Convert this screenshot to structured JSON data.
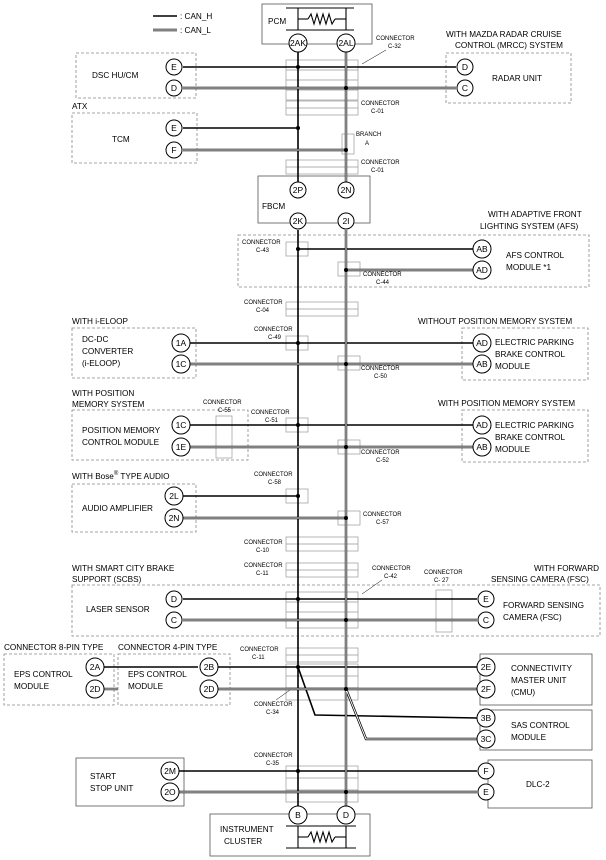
{
  "legend": {
    "can_h": ": CAN_H",
    "can_l": ": CAN_L"
  },
  "pcm": {
    "name": "PCM",
    "pin_h": "2AK",
    "pin_l": "2AL"
  },
  "connector_c32": [
    "CONNECTOR",
    "C-32"
  ],
  "mrcc": {
    "title": [
      "WITH MAZDA RADAR CRUISE",
      "CONTROL (MRCC) SYSTEM"
    ],
    "name": "RADAR UNIT",
    "pin_h": "D",
    "pin_l": "C"
  },
  "dsc": {
    "name": "DSC HU/CM",
    "pin_h": "E",
    "pin_l": "D"
  },
  "connector_c01a": [
    "CONNECTOR",
    "C-01"
  ],
  "atx": "ATX",
  "tcm": {
    "name": "TCM",
    "pin_h": "E",
    "pin_l": "F"
  },
  "branch_a": [
    "BRANCH",
    "A"
  ],
  "connector_c01b": [
    "CONNECTOR",
    "C-01"
  ],
  "fbcm": {
    "name": "FBCM",
    "pin_top_h": "2P",
    "pin_top_l": "2N",
    "pin_bot_h": "2K",
    "pin_bot_l": "2I"
  },
  "afs": {
    "title": [
      "WITH ADAPTIVE FRONT",
      "LIGHTING SYSTEM (AFS)"
    ],
    "name": [
      "AFS CONTROL",
      "MODULE *1"
    ],
    "pin_h": "AB",
    "pin_l": "AD"
  },
  "connector_c43": [
    "CONNECTOR",
    "C-43"
  ],
  "connector_c44": [
    "CONNECTOR",
    "C-44"
  ],
  "connector_c04": [
    "CONNECTOR",
    "C-04"
  ],
  "ieloop": {
    "title": "WITH i-ELOOP",
    "name": [
      "DC-DC",
      "CONVERTER",
      "(i-ELOOP)"
    ],
    "pin_h": "1A",
    "pin_l": "1C"
  },
  "connector_c49": [
    "CONNECTOR",
    "C-49"
  ],
  "epb1": {
    "title": "WITHOUT POSITION MEMORY SYSTEM",
    "name": [
      "ELECTRIC PARKING",
      "BRAKE CONTROL",
      "MODULE"
    ],
    "pin_h": "AD",
    "pin_l": "AB"
  },
  "connector_c50": [
    "CONNECTOR",
    "C-50"
  ],
  "posmem": {
    "title": [
      "WITH POSITION",
      "MEMORY SYSTEM"
    ],
    "name": [
      "POSITION MEMORY",
      "CONTROL MODULE"
    ],
    "pin_h": "1C",
    "pin_l": "1E"
  },
  "connector_c55": [
    "CONNECTOR",
    "C-55"
  ],
  "connector_c51": [
    "CONNECTOR",
    "C-51"
  ],
  "epb2": {
    "title": "WITH POSITION MEMORY SYSTEM",
    "name": [
      "ELECTRIC PARKING",
      "BRAKE CONTROL",
      "MODULE"
    ],
    "pin_h": "AD",
    "pin_l": "AB"
  },
  "connector_c52": [
    "CONNECTOR",
    "C-52"
  ],
  "bose": {
    "title_pre": "WITH Bose",
    "title_sup": "®",
    "title_post": " TYPE AUDIO",
    "name": "AUDIO AMPLIFIER",
    "pin_h": "2L",
    "pin_l": "2N"
  },
  "connector_c58": [
    "CONNECTOR",
    "C-58"
  ],
  "connector_c57": [
    "CONNECTOR",
    "C-57"
  ],
  "connector_c10": [
    "CONNECTOR",
    "C-10"
  ],
  "connector_c11a": [
    "CONNECTOR",
    "C-11"
  ],
  "scbs": {
    "title": [
      "WITH SMART CITY BRAKE",
      "SUPPORT (SCBS)"
    ],
    "name": "LASER SENSOR",
    "pin_h": "D",
    "pin_l": "C"
  },
  "connector_c42": [
    "CONNECTOR",
    "C-42"
  ],
  "connector_c27": [
    "CONNECTOR",
    "C- 27"
  ],
  "fsc": {
    "title": [
      "WITH FORWARD",
      "SENSING CAMERA (FSC)"
    ],
    "name": [
      "FORWARD SENSING",
      "CAMERA (FSC)"
    ],
    "pin_h": "E",
    "pin_l": "C"
  },
  "eps8": {
    "title": "CONNECTOR 8-PIN TYPE",
    "name": [
      "EPS CONTROL",
      "MODULE"
    ],
    "pin_h": "2A",
    "pin_l": "2D"
  },
  "eps4": {
    "title": "CONNECTOR 4-PIN TYPE",
    "name": [
      "EPS CONTROL",
      "MODULE"
    ],
    "pin_h": "2B",
    "pin_l": "2D"
  },
  "connector_c11b": [
    "CONNECTOR",
    "C-11"
  ],
  "connector_c34": [
    "CONNECTOR",
    "C-34"
  ],
  "cmu": {
    "name": [
      "CONNECTIVITY",
      "MASTER UNIT",
      "(CMU)"
    ],
    "pin_h": "2E",
    "pin_l": "2F"
  },
  "sas": {
    "name": [
      "SAS CONTROL",
      "MODULE"
    ],
    "pin_h": "3B",
    "pin_l": "3C"
  },
  "connector_c35": [
    "CONNECTOR",
    "C-35"
  ],
  "start": {
    "name": [
      "START",
      "STOP UNIT"
    ],
    "pin_h": "2M",
    "pin_l": "2O"
  },
  "dlc": {
    "name": "DLC-2",
    "pin_h": "F",
    "pin_l": "E"
  },
  "ic": {
    "name": [
      "INSTRUMENT",
      "CLUSTER"
    ],
    "pin_h": "B",
    "pin_l": "D"
  }
}
